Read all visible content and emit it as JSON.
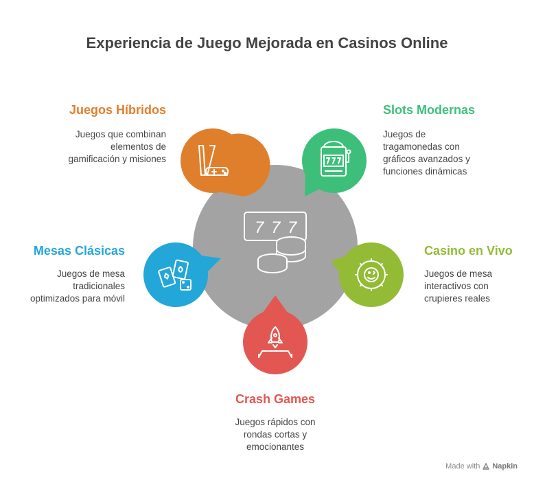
{
  "title": "Experiencia de Juego Mejorada en Casinos Online",
  "colors": {
    "hub": "#a3a3a3",
    "hibridos": "#e07f2b",
    "slots": "#3dbf7a",
    "vivo": "#93bb35",
    "crash": "#e35752",
    "clasicas": "#23a6d8"
  },
  "items": {
    "hibridos": {
      "label": "Juegos Híbridos",
      "description": "Juegos que combinan\nelementos de\ngamificación y misiones",
      "icon": "gamepad-icon"
    },
    "slots": {
      "label": "Slots Modernas",
      "description": "Juegos de\ntragamonedas con\ngráficos avanzados y\nfunciones dinámicas",
      "icon": "slot-machine-icon"
    },
    "clasicas": {
      "label": "Mesas Clásicas",
      "description": "Juegos de mesa\ntradicionales\noptimizados para móvil",
      "icon": "cards-dice-icon"
    },
    "vivo": {
      "label": "Casino en Vivo",
      "description": "Juegos de mesa\ninteractivos con\ncrupieres reales",
      "icon": "roulette-wheel-icon"
    },
    "crash": {
      "label": "Crash Games",
      "description": "Juegos rápidos con\nrondas cortas y\nemocionantes",
      "icon": "rocket-icon"
    }
  },
  "hub_icon": "slot-reels-chips-icon",
  "hub_reels": [
    "7",
    "7",
    "7"
  ],
  "footer": {
    "made_with": "Made with",
    "brand": "Napkin"
  }
}
